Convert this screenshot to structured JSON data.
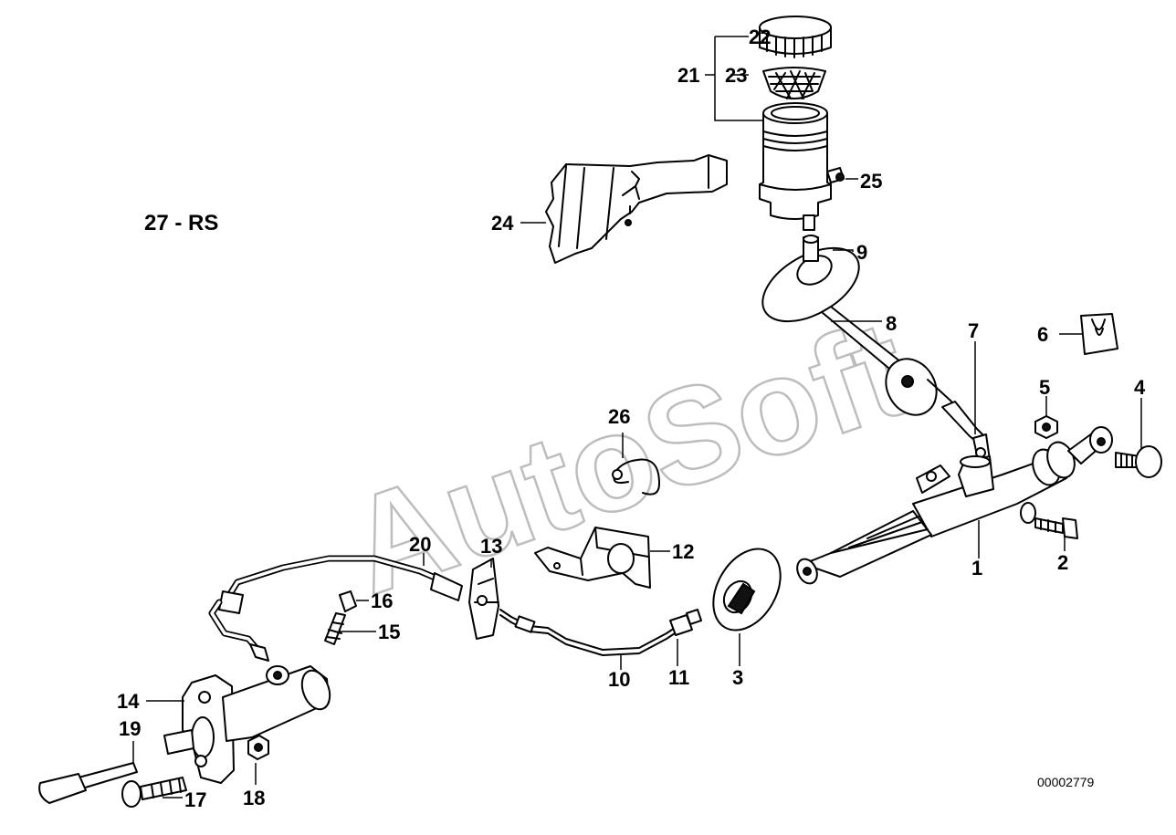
{
  "diagram": {
    "section_label": "27 - RS",
    "document_number": "00002779",
    "watermark": "AutoSoft",
    "callouts": {
      "c1": "1",
      "c2": "2",
      "c3": "3",
      "c4": "4",
      "c5": "5",
      "c6": "6",
      "c7": "7",
      "c8": "8",
      "c9": "9",
      "c10": "10",
      "c11": "11",
      "c12": "12",
      "c13": "13",
      "c14": "14",
      "c15": "15",
      "c16": "16",
      "c17": "17",
      "c18": "18",
      "c19": "19",
      "c20": "20",
      "c21": "21",
      "c22": "22",
      "c23": "23",
      "c24": "24",
      "c25": "25",
      "c26": "26"
    }
  }
}
